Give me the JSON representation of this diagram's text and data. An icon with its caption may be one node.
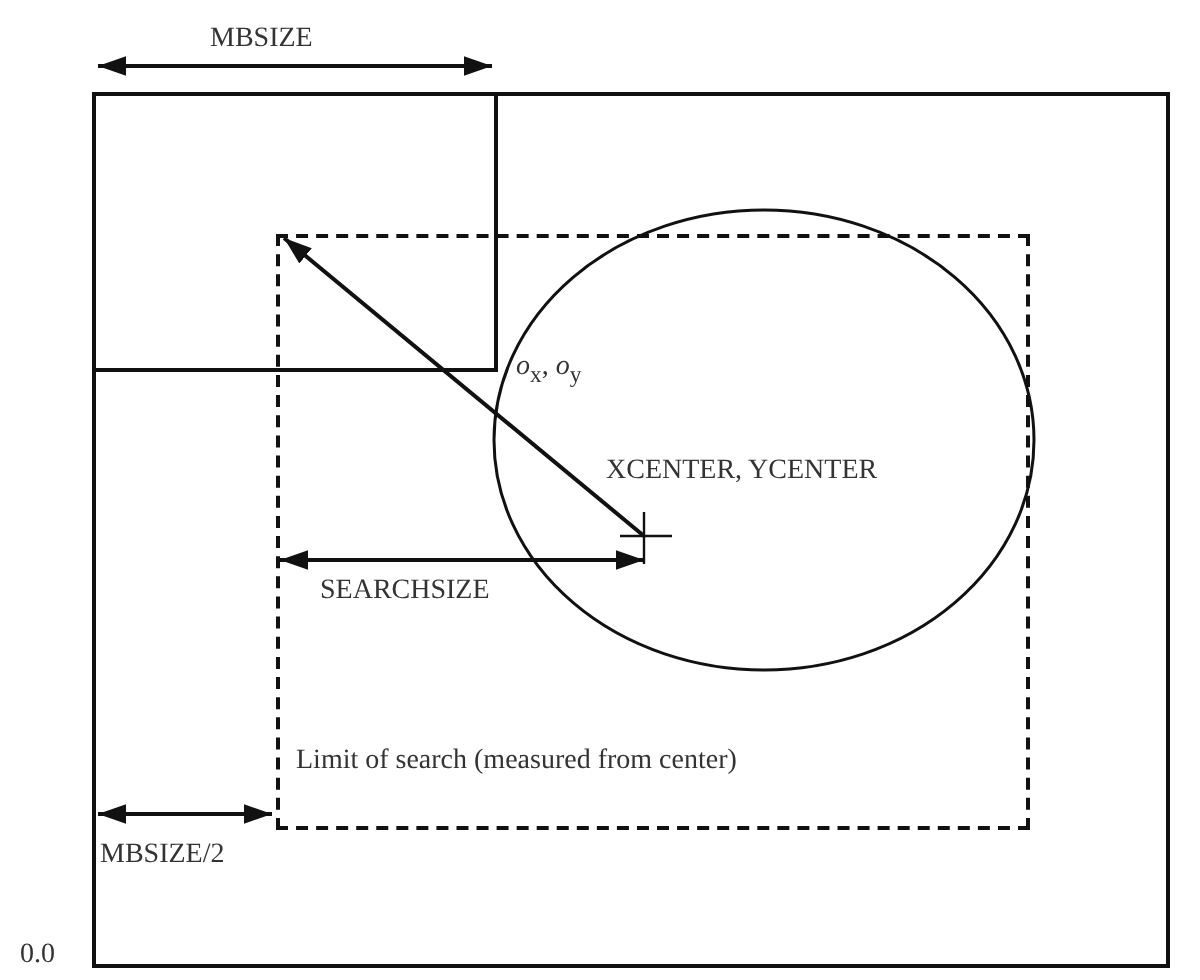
{
  "diagram": {
    "nodes": [
      {
        "text": [
          "Limit of search (measured from center)"
        ]
      }
    ],
    "edges": [],
    "labels": [
      "MBSIZE",
      "*o*$_{x}$, *o*$_{y}$",
      "XCENTER, YCENTER",
      "SEARCHSIZE",
      "MBSIZE/2",
      "0.0"
    ]
  }
}
